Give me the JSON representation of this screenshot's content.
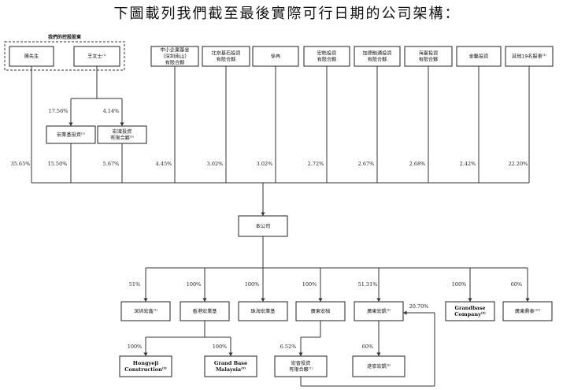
{
  "heading": "下圖載列我們截至最後實際可行日期的公司架構：",
  "group_label": "我們的控股股東",
  "shareholders": [
    {
      "id": "chen",
      "lines": [
        "陳先生"
      ],
      "sup": "",
      "pct": "35.65%"
    },
    {
      "id": "wang",
      "lines": [
        "王女士"
      ],
      "sup": "(1)",
      "pct": ""
    },
    {
      "id": "zxqy",
      "lines": [
        "中小企業基金",
        "（深圳南山）",
        "有限合夥"
      ],
      "sup": "",
      "pct": "4.45%"
    },
    {
      "id": "bjjs",
      "lines": [
        "北京基石投資",
        "有限合夥"
      ],
      "sup": "",
      "pct": "3.02%"
    },
    {
      "id": "xu",
      "lines": [
        "徐冉"
      ],
      "sup": "",
      "pct": "3.02%"
    },
    {
      "id": "hgtz",
      "lines": [
        "宏皓投資",
        "有限合夥"
      ],
      "sup": "",
      "pct": "2.72%"
    },
    {
      "id": "jdjr",
      "lines": [
        "加德融通投資",
        "有限合夥"
      ],
      "sup": "",
      "pct": "2.67%"
    },
    {
      "id": "hftz",
      "lines": [
        "海富投資",
        "有限合夥"
      ],
      "sup": "",
      "pct": "2.68%"
    },
    {
      "id": "jstz",
      "lines": [
        "金鑿投資"
      ],
      "sup": "",
      "pct": "2.42%"
    },
    {
      "id": "qita",
      "lines": [
        "其他19名股東"
      ],
      "sup": "(4)",
      "pct": "22.20%"
    }
  ],
  "intermediates": [
    {
      "id": "hyj",
      "lines": [
        "宏業基投資"
      ],
      "sup": "(2)",
      "pct_from_wang": "17.56%",
      "pct_to_company": "15.50%"
    },
    {
      "id": "hhtz",
      "lines": [
        "宏濤投資",
        "有限合夥"
      ],
      "sup": "(3)",
      "pct_from_wang": "4.14%",
      "pct_to_company": "5.67%"
    }
  ],
  "company": {
    "label": "本公司"
  },
  "subsidiaries": [
    {
      "id": "szhx",
      "lines": [
        "深圳宏鑫"
      ],
      "sup": "(5)",
      "pct": "51%",
      "bold": false
    },
    {
      "id": "hkhyj",
      "lines": [
        "香港宏業基"
      ],
      "sup": "",
      "pct": "100%",
      "bold": false
    },
    {
      "id": "zhhyj",
      "lines": [
        "珠海宏業基"
      ],
      "sup": "",
      "pct": "100%",
      "bold": false
    },
    {
      "id": "gdhj",
      "lines": [
        "廣東宏楨"
      ],
      "sup": "",
      "pct": "100%",
      "bold": false
    },
    {
      "id": "gdhk",
      "lines": [
        "廣東宏凱"
      ],
      "sup": "(6)",
      "pct": "51.31%",
      "bold": false
    },
    {
      "id": "gbc",
      "lines": [
        "Grandbase",
        "Company"
      ],
      "sup": "(8)",
      "pct": "100%",
      "bold": true
    },
    {
      "id": "gdft",
      "lines": [
        "廣東鼎泰"
      ],
      "sup": "(10)",
      "pct": "60%",
      "bold": false
    }
  ],
  "third_level": [
    {
      "id": "hyc",
      "lines": [
        "Hongyeji",
        "Construction"
      ],
      "sup": "(9)",
      "pct": "100%",
      "bold": true
    },
    {
      "id": "gbm",
      "lines": [
        "Grand Base",
        "Malaysia"
      ],
      "sup": "(9)",
      "pct": "100%",
      "bold": true
    },
    {
      "id": "hdtz",
      "lines": [
        "宏晉投資",
        "有限合夥"
      ],
      "sup": "(7)",
      "pct": "6.52%",
      "bold": false
    },
    {
      "id": "slhk",
      "lines": [
        "遂寧宏凱"
      ],
      "sup": "(6)",
      "pct": "60%",
      "bold": false
    }
  ],
  "cross_pct": "20.70%"
}
